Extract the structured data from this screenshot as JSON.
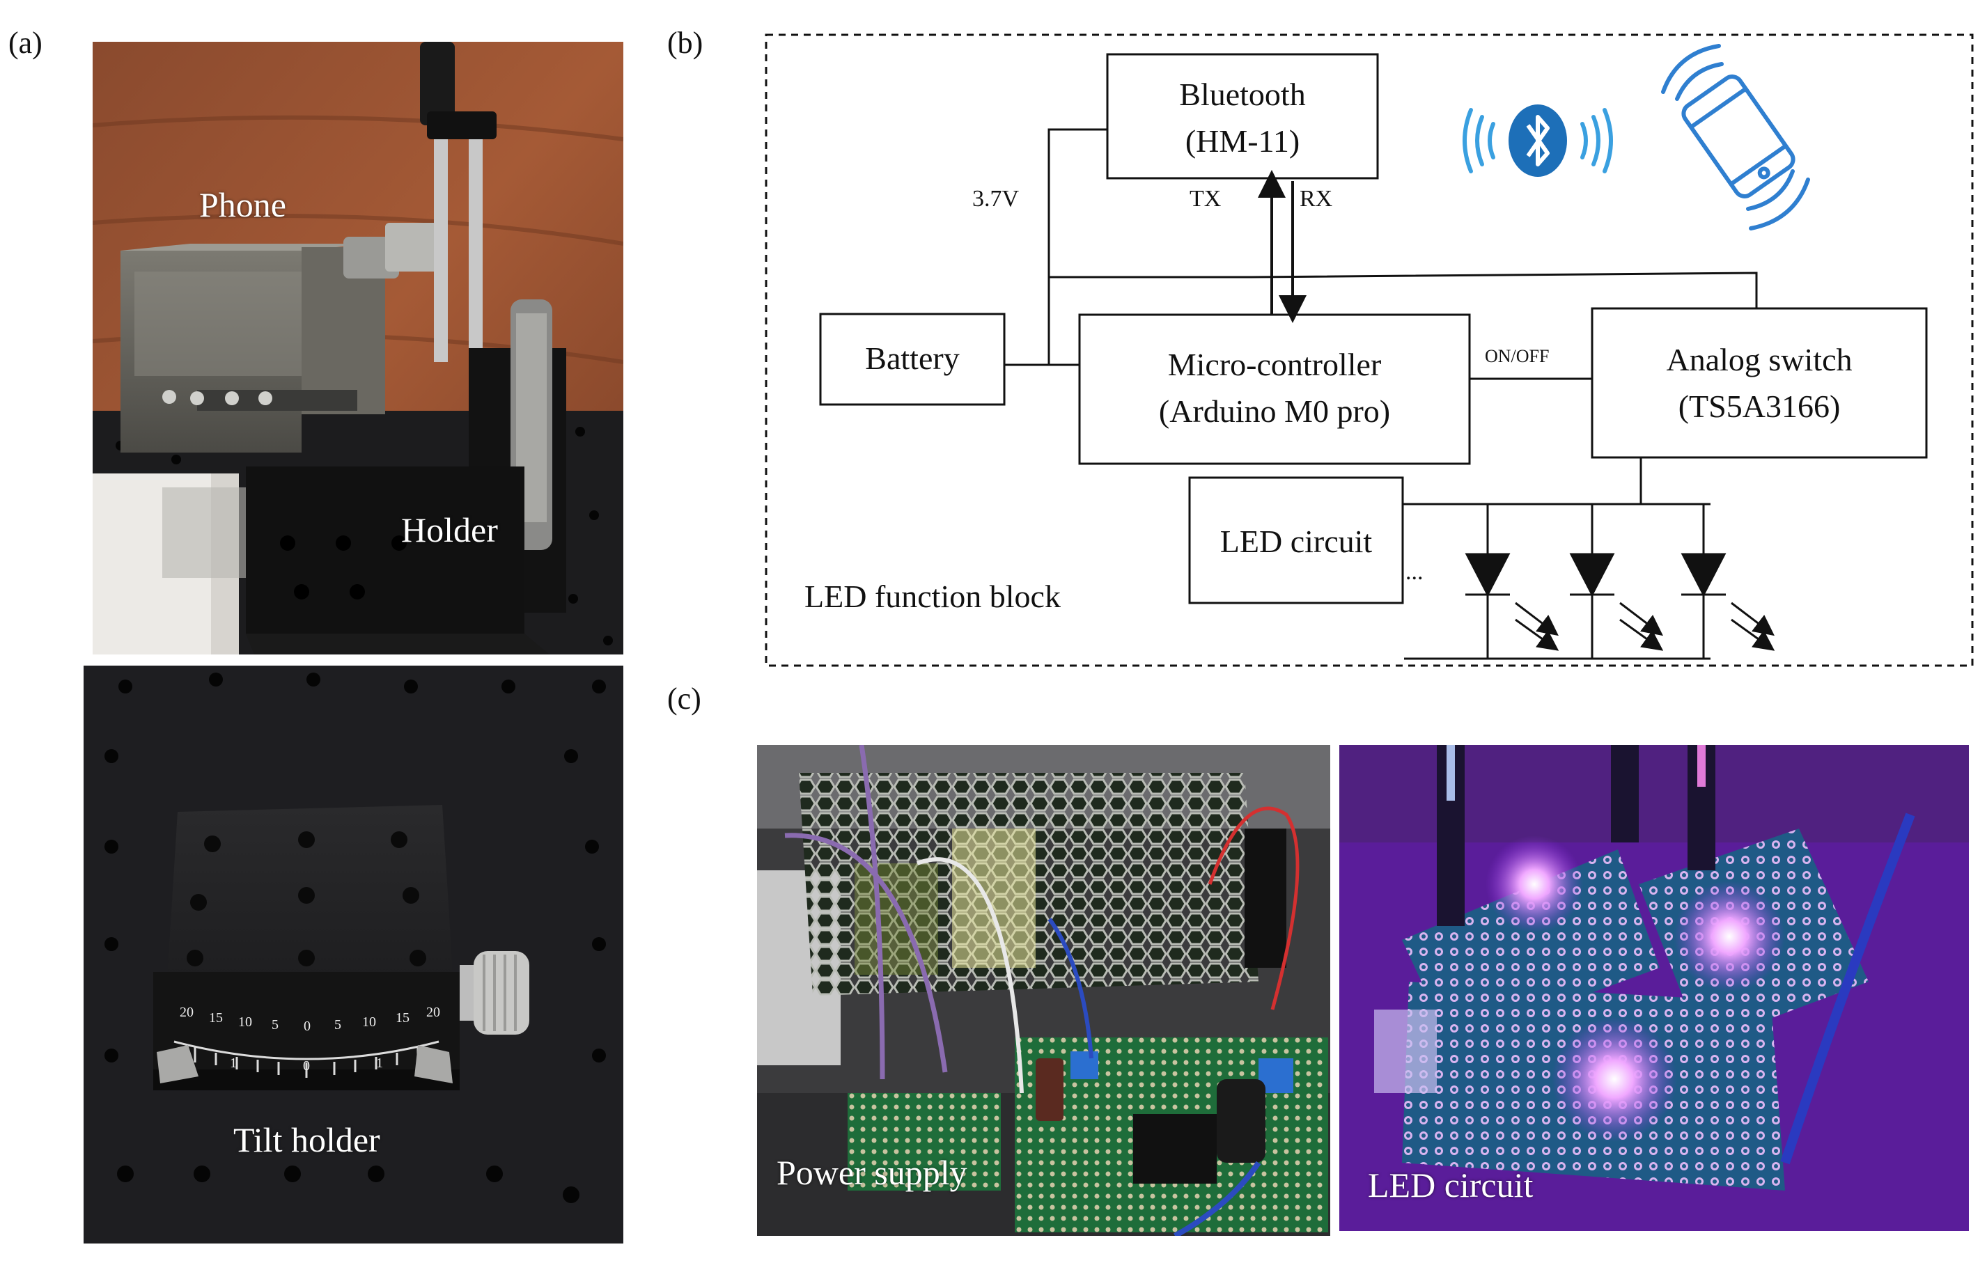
{
  "panels": {
    "a": {
      "label": "(a)",
      "top_photo": {
        "labels": {
          "phone": "Phone",
          "holder": "Holder"
        }
      },
      "bottom_photo": {
        "caption": "Tilt holder",
        "scale_ticks": [
          "20",
          "15",
          "10",
          "5",
          "0",
          "5",
          "10",
          "15",
          "20"
        ],
        "scale_minor": [
          "1",
          "0",
          "1"
        ]
      }
    },
    "b": {
      "label": "(b)",
      "blocks": {
        "bluetooth": {
          "line1": "Bluetooth",
          "line2": "(HM-11)"
        },
        "battery": {
          "line1": "Battery"
        },
        "microcontroller": {
          "line1": "Micro-controller",
          "line2": "(Arduino M0 pro)"
        },
        "analog_switch": {
          "line1": "Analog switch",
          "line2": "(TS5A3166)"
        },
        "led_circuit": {
          "line1": "LED circuit"
        }
      },
      "signal_labels": {
        "voltage": "3.7V",
        "tx": "TX",
        "rx": "RX",
        "on_off": "ON/OFF",
        "ellipsis": "..."
      },
      "frame_label": "LED function block",
      "colors": {
        "bluetooth_blue": "#1d6fb8",
        "wave_blue": "#3aa0e0",
        "phone_blue": "#2f7fd0"
      }
    },
    "c": {
      "label": "(c)",
      "left_photo": {
        "caption": "Power supply"
      },
      "right_photo": {
        "caption": "LED circuit"
      }
    }
  }
}
